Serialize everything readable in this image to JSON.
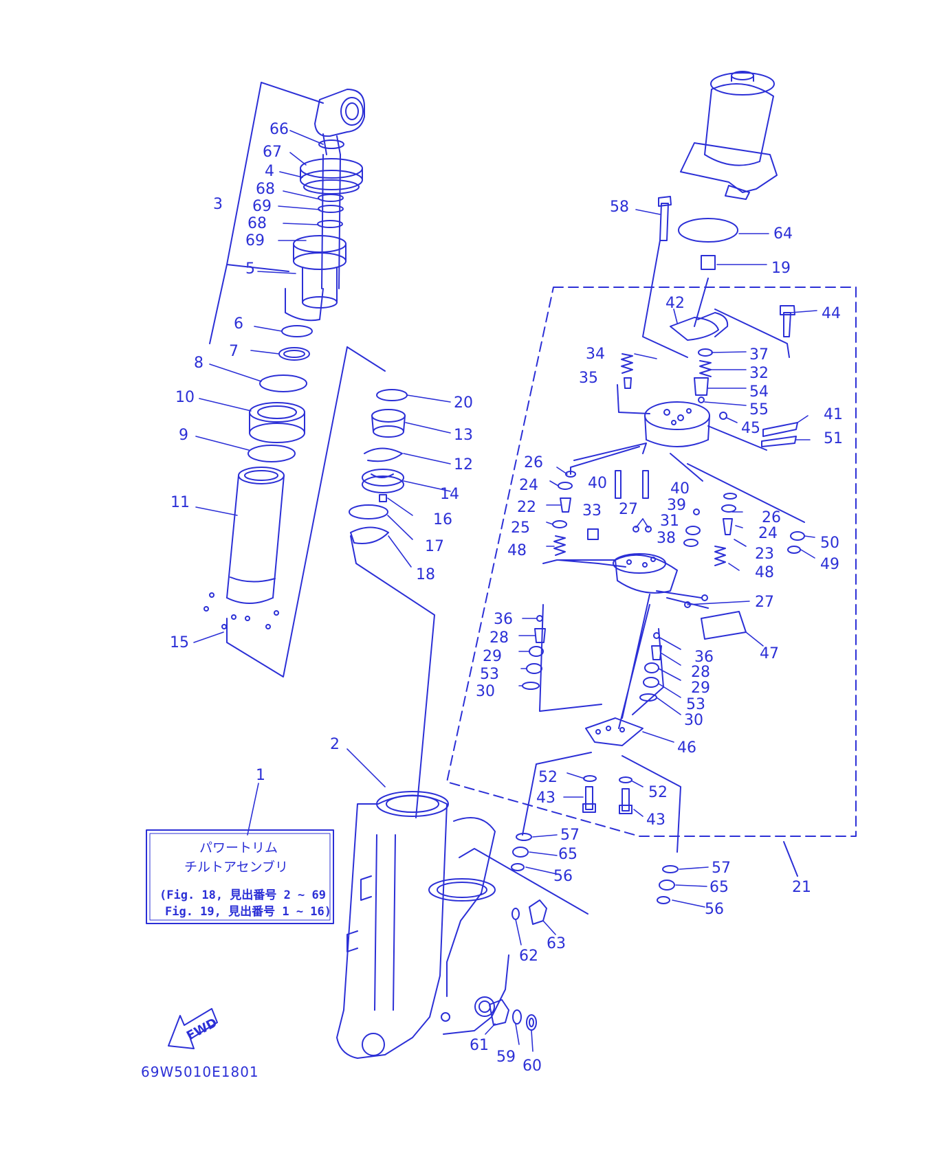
{
  "colors": {
    "ink": "#2b2fd6",
    "background": "#ffffff"
  },
  "callouts": [
    {
      "id": "c66",
      "text": "66"
    },
    {
      "id": "c67",
      "text": "67"
    },
    {
      "id": "c4",
      "text": "4"
    },
    {
      "id": "c68a",
      "text": "68"
    },
    {
      "id": "c3",
      "text": "3"
    },
    {
      "id": "c69a",
      "text": "69"
    },
    {
      "id": "c68b",
      "text": "68"
    },
    {
      "id": "c69b",
      "text": "69"
    },
    {
      "id": "c5",
      "text": "5"
    },
    {
      "id": "c6",
      "text": "6"
    },
    {
      "id": "c7",
      "text": "7"
    },
    {
      "id": "c8",
      "text": "8"
    },
    {
      "id": "c10",
      "text": "10"
    },
    {
      "id": "c9",
      "text": "9"
    },
    {
      "id": "c11",
      "text": "11"
    },
    {
      "id": "c15",
      "text": "15"
    },
    {
      "id": "c20",
      "text": "20"
    },
    {
      "id": "c13",
      "text": "13"
    },
    {
      "id": "c12",
      "text": "12"
    },
    {
      "id": "c14",
      "text": "14"
    },
    {
      "id": "c16",
      "text": "16"
    },
    {
      "id": "c17",
      "text": "17"
    },
    {
      "id": "c18",
      "text": "18"
    },
    {
      "id": "c2",
      "text": "2"
    },
    {
      "id": "c1",
      "text": "1"
    },
    {
      "id": "c58",
      "text": "58"
    },
    {
      "id": "c64",
      "text": "64"
    },
    {
      "id": "c19",
      "text": "19"
    },
    {
      "id": "c42",
      "text": "42"
    },
    {
      "id": "c44",
      "text": "44"
    },
    {
      "id": "c34",
      "text": "34"
    },
    {
      "id": "c37",
      "text": "37"
    },
    {
      "id": "c35",
      "text": "35"
    },
    {
      "id": "c32",
      "text": "32"
    },
    {
      "id": "c54",
      "text": "54"
    },
    {
      "id": "c55",
      "text": "55"
    },
    {
      "id": "c41",
      "text": "41"
    },
    {
      "id": "c45",
      "text": "45"
    },
    {
      "id": "c51",
      "text": "51"
    },
    {
      "id": "c26a",
      "text": "26"
    },
    {
      "id": "c24a",
      "text": "24"
    },
    {
      "id": "c40a",
      "text": "40"
    },
    {
      "id": "c40b",
      "text": "40"
    },
    {
      "id": "c22",
      "text": "22"
    },
    {
      "id": "c33",
      "text": "33"
    },
    {
      "id": "c27a",
      "text": "27"
    },
    {
      "id": "c39",
      "text": "39"
    },
    {
      "id": "c26b",
      "text": "26"
    },
    {
      "id": "c25",
      "text": "25"
    },
    {
      "id": "c31",
      "text": "31"
    },
    {
      "id": "c24b",
      "text": "24"
    },
    {
      "id": "c50",
      "text": "50"
    },
    {
      "id": "c48a",
      "text": "48"
    },
    {
      "id": "c38",
      "text": "38"
    },
    {
      "id": "c23",
      "text": "23"
    },
    {
      "id": "c49",
      "text": "49"
    },
    {
      "id": "c48b",
      "text": "48"
    },
    {
      "id": "c27b",
      "text": "27"
    },
    {
      "id": "c36a",
      "text": "36"
    },
    {
      "id": "c28a",
      "text": "28"
    },
    {
      "id": "c47",
      "text": "47"
    },
    {
      "id": "c29a",
      "text": "29"
    },
    {
      "id": "c36b",
      "text": "36"
    },
    {
      "id": "c53a",
      "text": "53"
    },
    {
      "id": "c28b",
      "text": "28"
    },
    {
      "id": "c30a",
      "text": "30"
    },
    {
      "id": "c29b",
      "text": "29"
    },
    {
      "id": "c53b",
      "text": "53"
    },
    {
      "id": "c30b",
      "text": "30"
    },
    {
      "id": "c46",
      "text": "46"
    },
    {
      "id": "c52a",
      "text": "52"
    },
    {
      "id": "c52b",
      "text": "52"
    },
    {
      "id": "c43a",
      "text": "43"
    },
    {
      "id": "c43b",
      "text": "43"
    },
    {
      "id": "c57a",
      "text": "57"
    },
    {
      "id": "c21",
      "text": "21"
    },
    {
      "id": "c65a",
      "text": "65"
    },
    {
      "id": "c57b",
      "text": "57"
    },
    {
      "id": "c56a",
      "text": "56"
    },
    {
      "id": "c65b",
      "text": "65"
    },
    {
      "id": "c56b",
      "text": "56"
    },
    {
      "id": "c63",
      "text": "63"
    },
    {
      "id": "c62",
      "text": "62"
    },
    {
      "id": "c61",
      "text": "61"
    },
    {
      "id": "c59",
      "text": "59"
    },
    {
      "id": "c60",
      "text": "60"
    }
  ],
  "legend_box": {
    "title_line1": "パワートリム",
    "title_line2": "チルトアセンブリ",
    "ref_line1": "(Fig. 18, 見出番号 2 ~ 69",
    "ref_line2": "Fig. 19, 見出番号 1 ~ 16)"
  },
  "fwd_label": "FWD",
  "drawing_code": "69W5010E1801"
}
